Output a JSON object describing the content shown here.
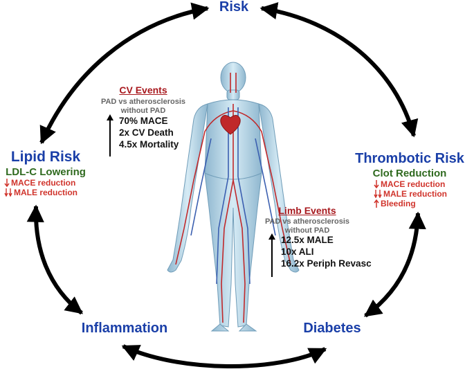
{
  "colors": {
    "node_text": "#1a3fa8",
    "sub_green": "#2f6a1f",
    "effect_red": "#d0342c",
    "events_red": "#a8191e",
    "arrow": "#000000"
  },
  "nodes": {
    "risk": "Risk",
    "lipid": {
      "title": "Lipid Risk",
      "subtitle": "LDL-C Lowering",
      "effects": [
        {
          "icon": "down-arrow",
          "text": "MACE reduction"
        },
        {
          "icon": "double-down-arrow",
          "text": "MALE reduction"
        }
      ]
    },
    "thrombotic": {
      "title": "Thrombotic Risk",
      "subtitle": "Clot Reduction",
      "effects": [
        {
          "icon": "down-arrow",
          "text": "MACE reduction"
        },
        {
          "icon": "double-down-arrow",
          "text": "MALE reduction"
        },
        {
          "icon": "up-arrow",
          "text": "Bleeding"
        }
      ]
    },
    "inflammation": "Inflammation",
    "diabetes": "Diabetes"
  },
  "cv_events": {
    "title": "CV Events",
    "comparison_line1": "PAD vs atherosclerosis",
    "comparison_line2": "without PAD",
    "stats": [
      "70% MACE",
      "2x CV Death",
      "4.5x Mortality"
    ]
  },
  "limb_events": {
    "title": "Limb Events",
    "comparison_line1": "PAD vs atherosclerosis",
    "comparison_line2": "without PAD",
    "stats": [
      "12.5x MALE",
      "10x ALI",
      "16.2x Periph Revasc"
    ]
  }
}
